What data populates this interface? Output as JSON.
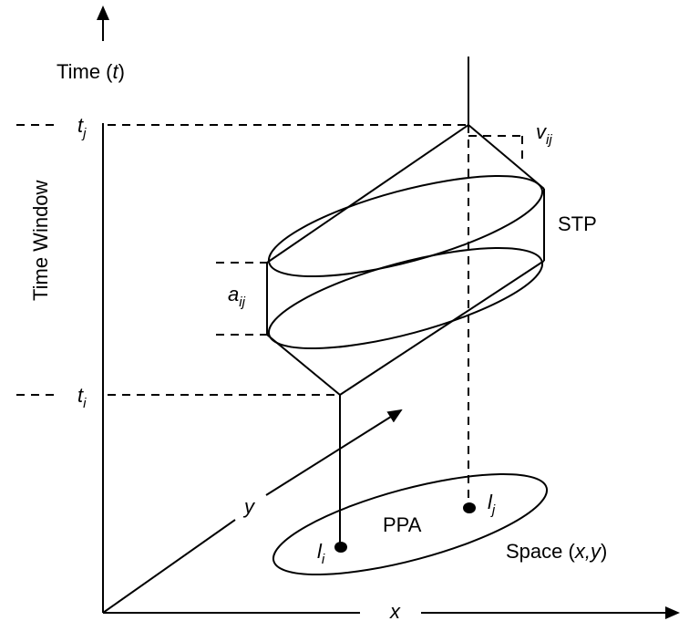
{
  "diagram": {
    "time_axis_label": "Time (",
    "time_axis_var": "t",
    "time_axis_close": ")",
    "time_window_label": "Time Window",
    "space_label_prefix": "Space (",
    "space_label_vars": "x,y",
    "space_label_suffix": ")",
    "x_axis_label": "x",
    "y_axis_label": "y",
    "tj_main": "t",
    "tj_sub": "j",
    "ti_main": "t",
    "ti_sub": "i",
    "vij_main": "v",
    "vij_sub": "ij",
    "aij_main": "a",
    "aij_sub": "ij",
    "stp_label": "STP",
    "ppa_label": "PPA",
    "li_main": "l",
    "li_sub": "i",
    "lj_main": "l",
    "lj_sub": "j"
  }
}
